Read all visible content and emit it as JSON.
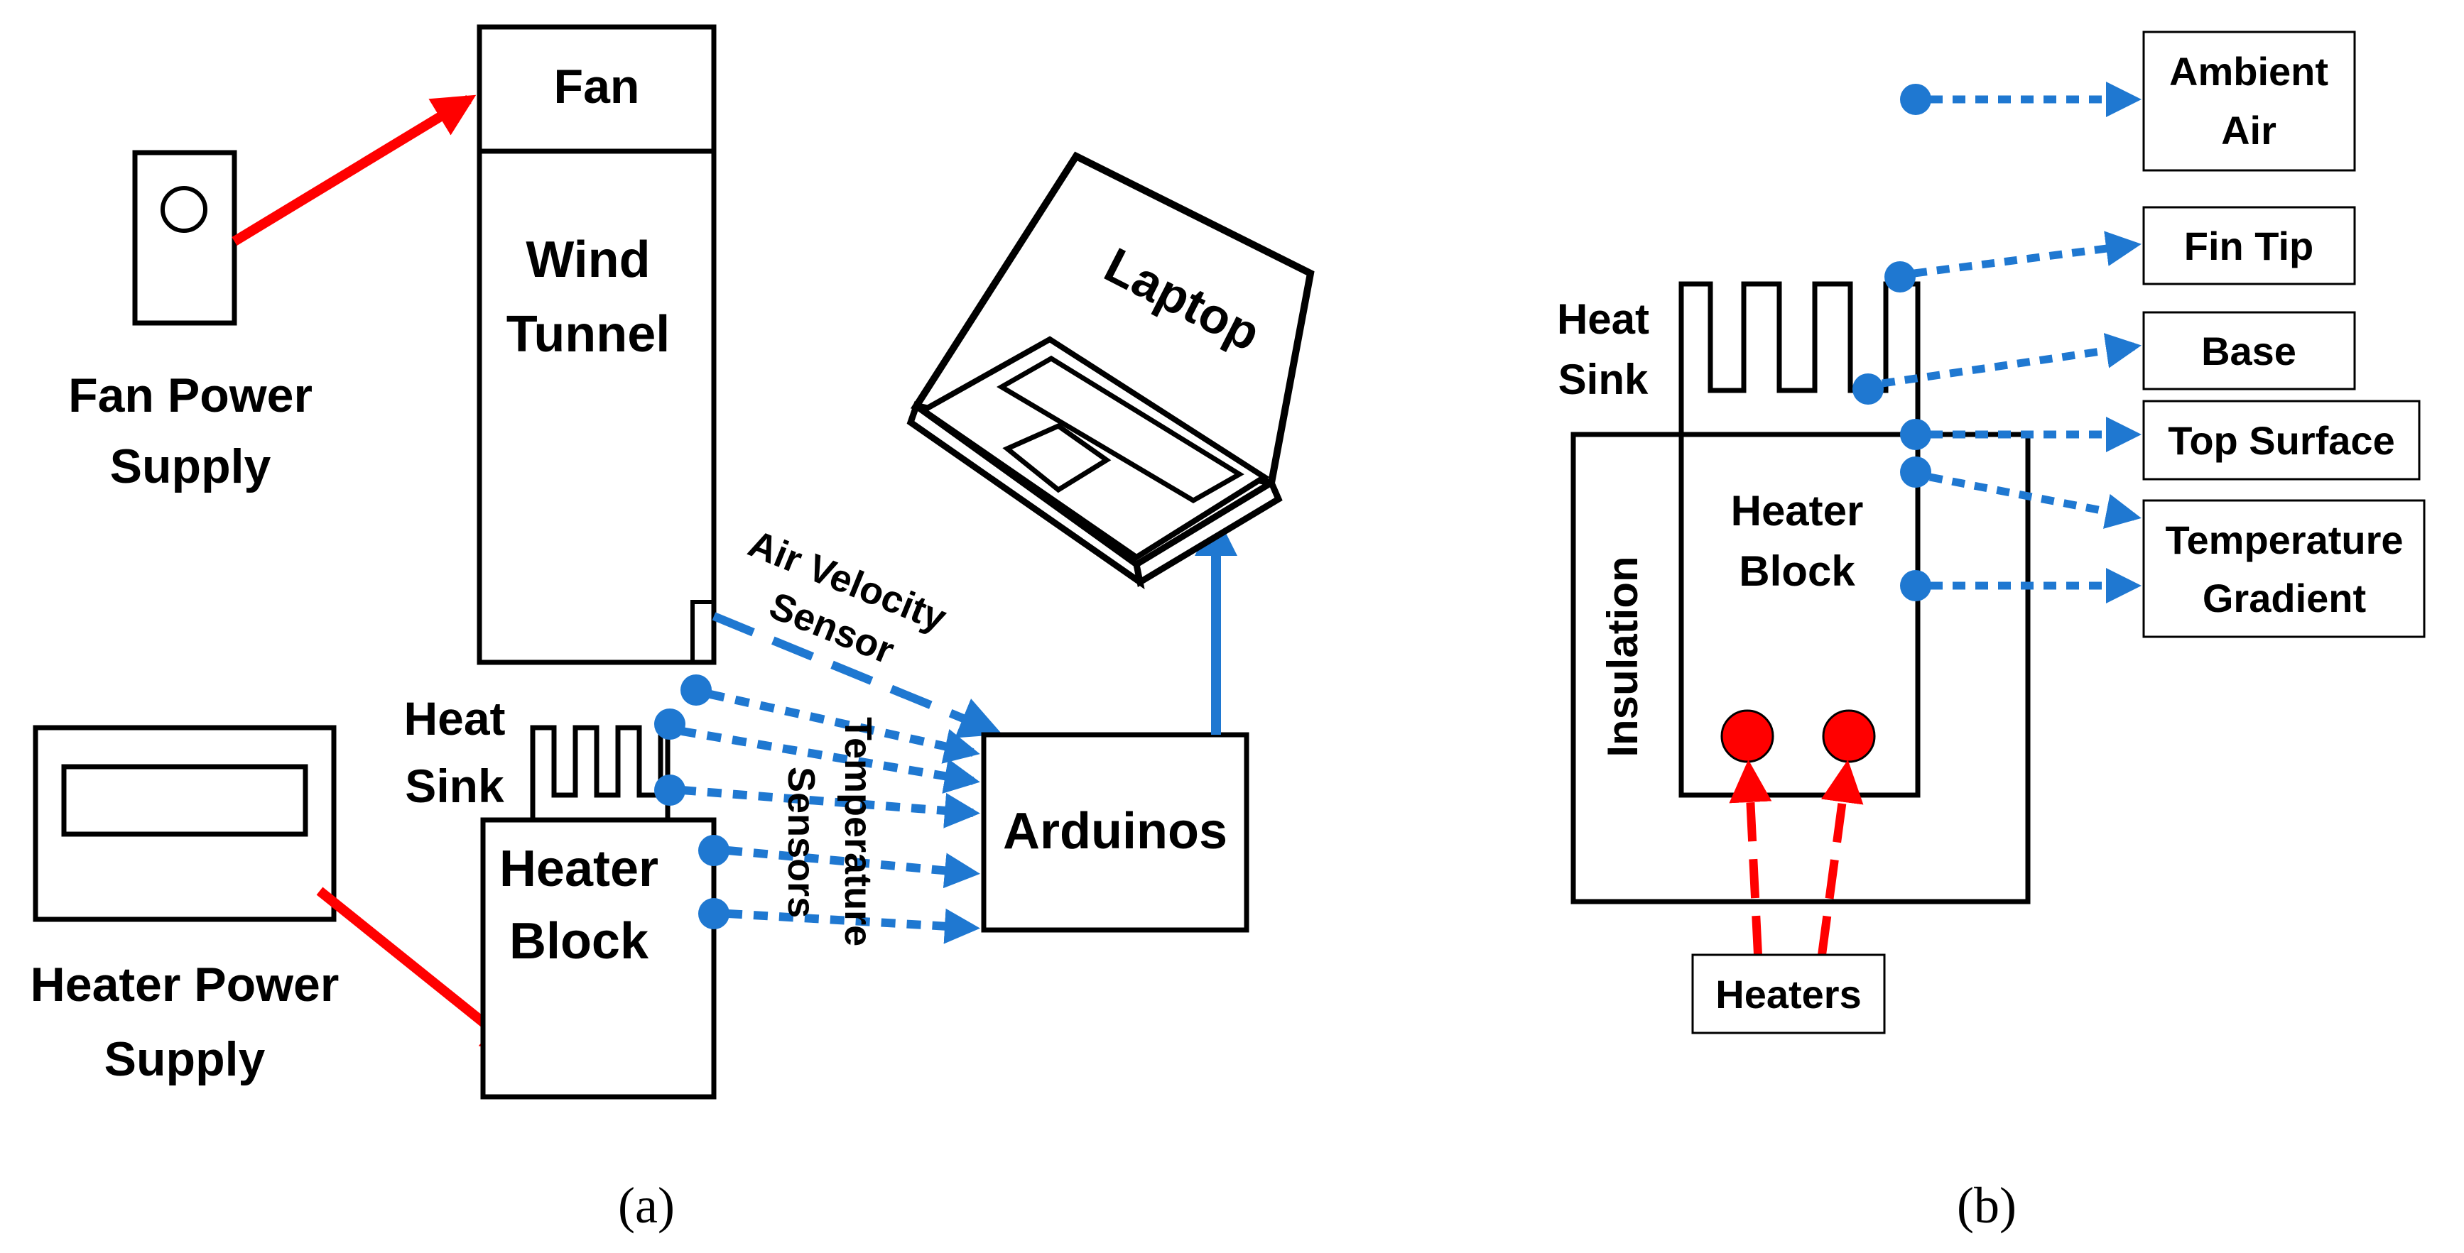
{
  "panel_a": {
    "fan": "Fan",
    "wind_tunnel": [
      "Wind",
      "Tunnel"
    ],
    "fan_power_supply": [
      "Fan Power",
      "Supply"
    ],
    "heater_power_supply": [
      "Heater Power",
      "Supply"
    ],
    "heat_sink": [
      "Heat",
      "Sink"
    ],
    "heater_block": [
      "Heater",
      "Block"
    ],
    "laptop": "Laptop",
    "arduinos": "Arduinos",
    "air_velocity_sensor": [
      "Air Velocity",
      "Sensor"
    ],
    "temperature_sensors": [
      "Temperature",
      "Sensors"
    ],
    "caption": "(a)"
  },
  "panel_b": {
    "ambient_air": [
      "Ambient",
      "Air"
    ],
    "fin_tip": "Fin Tip",
    "base": "Base",
    "top_surface": "Top Surface",
    "temperature_gradient": [
      "Temperature",
      "Gradient"
    ],
    "heat_sink": [
      "Heat",
      "Sink"
    ],
    "heater_block": [
      "Heater",
      "Block"
    ],
    "insulation": "Insulation",
    "heaters": "Heaters",
    "caption": "(b)"
  },
  "colors": {
    "power": "#ff0000",
    "signal": "#1f78d1",
    "outline": "#000000"
  }
}
